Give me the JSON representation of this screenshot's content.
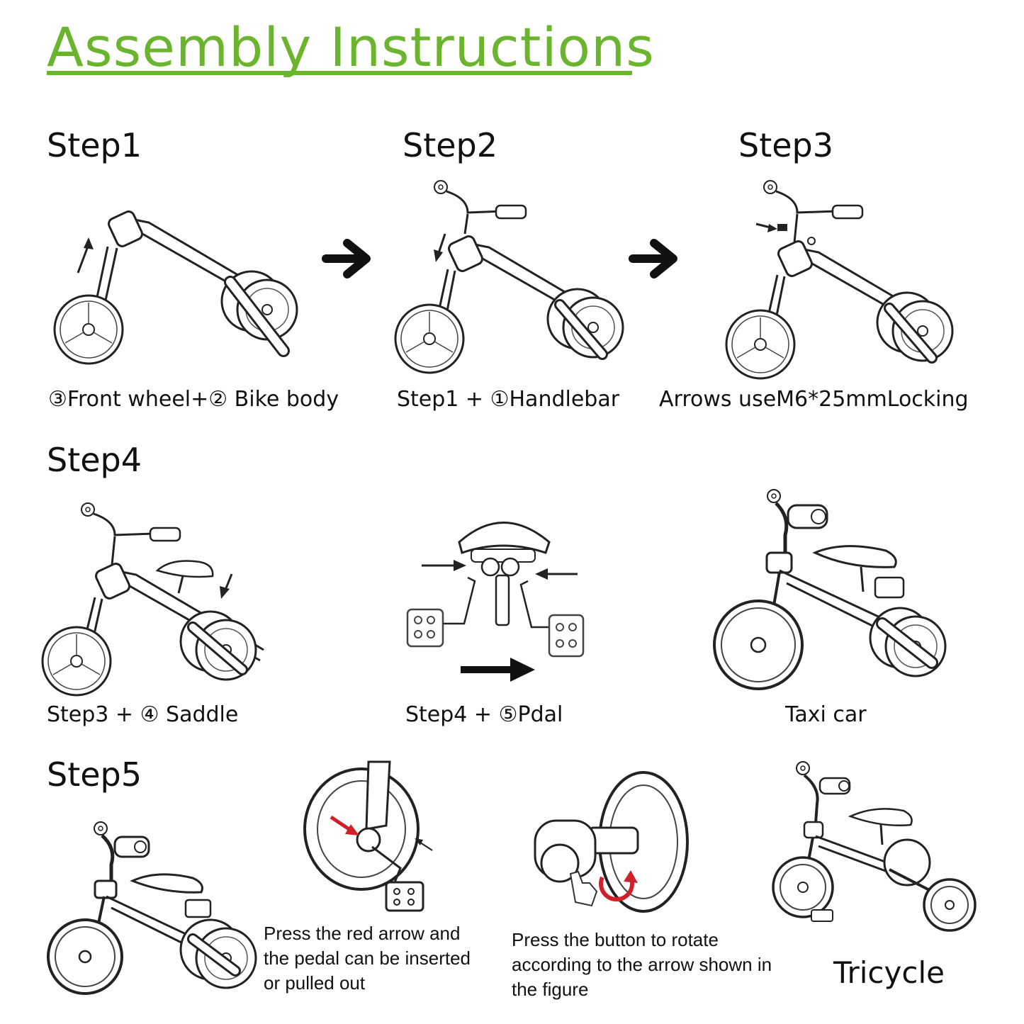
{
  "title": "Assembly Instructions",
  "steps": {
    "s1": "Step1",
    "s2": "Step2",
    "s3": "Step3",
    "s4": "Step4",
    "s5": "Step5"
  },
  "captions": {
    "c1": "③Front wheel+② Bike body",
    "c2": "Step1 + ①Handlebar",
    "c3": "Arrows useM6*25mmLocking",
    "c4": "Step3 + ④ Saddle",
    "c5": "Step4 + ⑤Pdal",
    "c6": "Taxi car"
  },
  "notes": {
    "press_red_arrow": "Press the red arrow and the pedal can be inserted or pulled out",
    "press_button": "Press the button to rotate according to the arrow shown in the figure"
  },
  "tricycle": "Tricycle",
  "colors": {
    "accent": "#6ab42e",
    "arrow_red": "#d0202a"
  },
  "icons": [
    "arrow-right-icon",
    "arrow-up-icon",
    "arrow-down-icon",
    "hand-press-icon",
    "rotate-arrow-icon"
  ]
}
